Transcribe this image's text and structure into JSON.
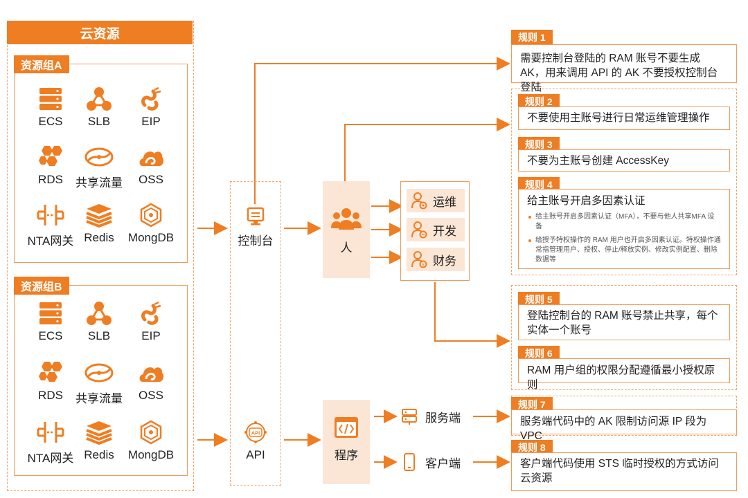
{
  "cloud": {
    "title": "云资源",
    "groups": [
      {
        "name": "资源组A",
        "items": [
          {
            "label": "ECS",
            "icon": "server-stack-icon"
          },
          {
            "label": "SLB",
            "icon": "load-balancer-icon"
          },
          {
            "label": "EIP",
            "icon": "elastic-ip-icon"
          },
          {
            "label": "RDS",
            "icon": "database-hexagon-icon"
          },
          {
            "label": "共享流量",
            "icon": "shared-traffic-icon"
          },
          {
            "label": "OSS",
            "icon": "object-storage-icon"
          },
          {
            "label": "NTA网关",
            "icon": "nat-gateway-icon"
          },
          {
            "label": "Redis",
            "icon": "redis-layers-icon"
          },
          {
            "label": "MongDB",
            "icon": "mongodb-icon"
          }
        ]
      },
      {
        "name": "资源组B",
        "items": [
          {
            "label": "ECS",
            "icon": "server-stack-icon"
          },
          {
            "label": "SLB",
            "icon": "load-balancer-icon"
          },
          {
            "label": "EIP",
            "icon": "elastic-ip-icon"
          },
          {
            "label": "RDS",
            "icon": "database-hexagon-icon"
          },
          {
            "label": "共享流量",
            "icon": "shared-traffic-icon"
          },
          {
            "label": "OSS",
            "icon": "object-storage-icon"
          },
          {
            "label": "NTA网关",
            "icon": "nat-gateway-icon"
          },
          {
            "label": "Redis",
            "icon": "redis-layers-icon"
          },
          {
            "label": "MongDB",
            "icon": "mongodb-icon"
          }
        ]
      }
    ]
  },
  "access": {
    "console": {
      "label": "控制台",
      "icon": "console-monitor-icon"
    },
    "api": {
      "label": "API",
      "icon": "api-icon"
    }
  },
  "actors": {
    "person": {
      "label": "人",
      "icon": "people-icon"
    },
    "program": {
      "label": "程序",
      "icon": "code-window-icon"
    }
  },
  "roles": [
    {
      "label": "运维",
      "icon": "user-ops-icon"
    },
    {
      "label": "开发",
      "icon": "user-dev-icon"
    },
    {
      "label": "财务",
      "icon": "user-finance-icon"
    }
  ],
  "endpoints": [
    {
      "label": "服务端",
      "icon": "server-icon"
    },
    {
      "label": "客户端",
      "icon": "mobile-phone-icon"
    }
  ],
  "rules": [
    {
      "tag": "规则 1",
      "text": "需要控制台登陆的 RAM 账号不要生成 AK，用来调用 API 的 AK 不要授权控制台登陆"
    },
    {
      "tag": "规则 2",
      "text": "不要使用主账号进行日常运维管理操作"
    },
    {
      "tag": "规则 3",
      "text": "不要为主账号创建 AccessKey"
    },
    {
      "tag": "规则 4",
      "text": "给主账号开启多因素认证",
      "bullets": [
        "给主账号开启多因素认证（MFA），不要与他人共享MFA 设备",
        "给授予特权操作的 RAM 用户也开启多因素认证。特权操作通常指管理用户、授权、停止/释放实例、修改实例配置、删除数据等"
      ]
    },
    {
      "tag": "规则 5",
      "text": "登陆控制台的 RAM 账号禁止共享，每个实体一个账号"
    },
    {
      "tag": "规则 6",
      "text": "RAM 用户组的权限分配遵循最小授权原则"
    },
    {
      "tag": "规则 7",
      "text": "服务端代码中的 AK 限制访问源 IP 段为 VPC"
    },
    {
      "tag": "规则 8",
      "text": "客户端代码使用 STS 临时授权的方式访问云资源"
    }
  ],
  "colors": {
    "accent": "#ef7d22",
    "light": "#fbe6d6",
    "border": "#f09a5a"
  }
}
